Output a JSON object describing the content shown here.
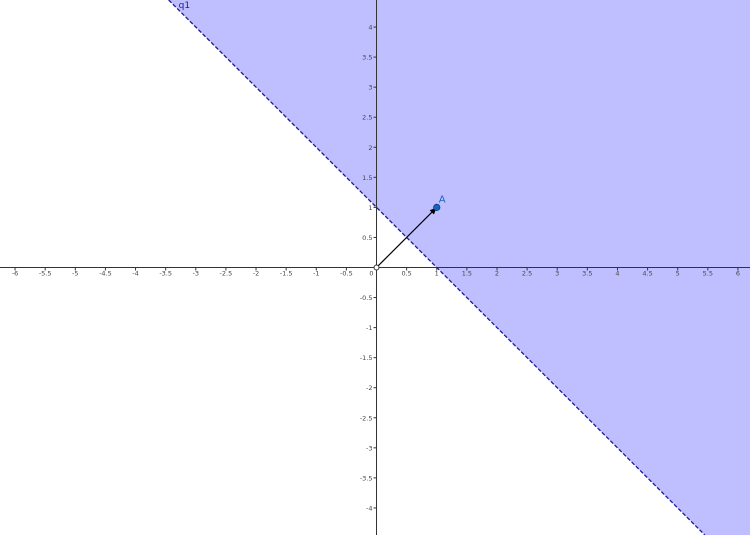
{
  "graphics": {
    "axes": {
      "x_min": -6.25,
      "x_max": 6.2,
      "y_min": -4.45,
      "y_max": 4.45,
      "x_ticks": [
        "-6",
        "-5.5",
        "-5",
        "-4.5",
        "-4",
        "-3.5",
        "-3",
        "-2.5",
        "-2",
        "-1.5",
        "-1",
        "-0.5",
        "0",
        "0.5",
        "1",
        "1.5",
        "2",
        "2.5",
        "3",
        "3.5",
        "4",
        "4.5",
        "5",
        "5.5",
        "6"
      ],
      "y_ticks": [
        "-4",
        "-3.5",
        "-3",
        "-2.5",
        "-2",
        "-1.5",
        "-1",
        "-0.5",
        "0.5",
        "1",
        "1.5",
        "2",
        "2.5",
        "3",
        "3.5",
        "4"
      ],
      "grid": false
    },
    "region": {
      "label": "q1",
      "inequality": "x + y > 1",
      "fill_color": "#bfbfff",
      "boundary_color": "#1a1a99",
      "boundary_style": "dashed"
    },
    "point_a": {
      "label": "A",
      "x": 1,
      "y": 1,
      "color": "#1565c0"
    },
    "origin_point": {
      "x": 0,
      "y": 0
    },
    "vector": {
      "from": [
        0,
        0
      ],
      "to": [
        1,
        1
      ],
      "color": "#000000"
    }
  }
}
